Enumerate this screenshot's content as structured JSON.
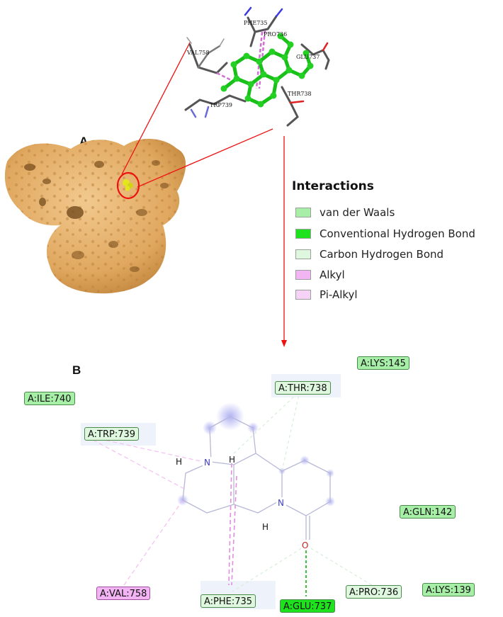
{
  "panels": {
    "a_label": "A",
    "b_label": "B"
  },
  "legend": {
    "title": "Interactions",
    "items": [
      {
        "label": "van der Waals",
        "color": "#a7efa7"
      },
      {
        "label": "Conventional Hydrogen Bond",
        "color": "#1ee21e"
      },
      {
        "label": "Carbon Hydrogen Bond",
        "color": "#def7de"
      },
      {
        "label": "Alkyl",
        "color": "#f2b4f2"
      },
      {
        "label": "Pi-Alkyl",
        "color": "#f7d2f7"
      }
    ]
  },
  "inset_labels": [
    "PHE735",
    "PRO736",
    "VAL758",
    "GLU737",
    "THR738",
    "TRP739"
  ],
  "residues": [
    {
      "label": "A:LYS:145",
      "type": "vdw"
    },
    {
      "label": "A:THR:738",
      "type": "ch"
    },
    {
      "label": "A:ILE:740",
      "type": "vdw"
    },
    {
      "label": "A:TRP:739",
      "type": "ch"
    },
    {
      "label": "A:GLN:142",
      "type": "vdw"
    },
    {
      "label": "A:VAL:758",
      "type": "alkyl"
    },
    {
      "label": "A:PHE:735",
      "type": "ch"
    },
    {
      "label": "A:GLU:737",
      "type": "hbond"
    },
    {
      "label": "A:PRO:736",
      "type": "ch"
    },
    {
      "label": "A:LYS:139",
      "type": "vdw"
    }
  ],
  "atoms": {
    "n1": "N",
    "n2": "N",
    "o": "O",
    "h1": "H",
    "h2": "H",
    "h3": "H"
  }
}
